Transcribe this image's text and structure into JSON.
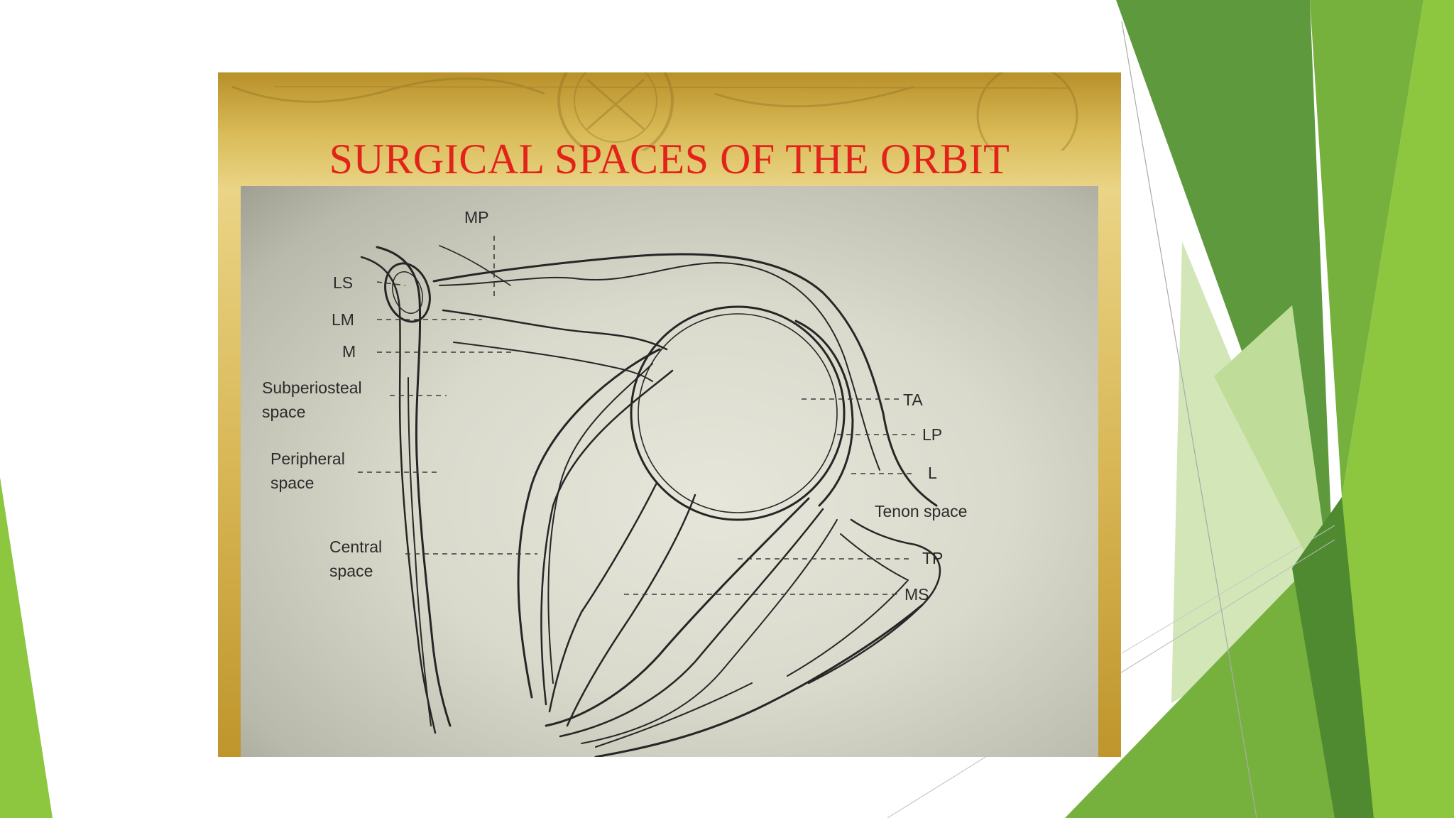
{
  "slide": {
    "title": "SURGICAL SPACES OF THE ORBIT",
    "colors": {
      "title": "#e2231a",
      "accent_green_dark": "#5e9a3d",
      "accent_green_mid": "#76b13e",
      "accent_green_light": "#8dc63f",
      "accent_green_pale": "#d3e6b8",
      "frame_gold": "#d6b656"
    }
  },
  "diagram": {
    "labels": {
      "mp": "MP",
      "ls": "LS",
      "lm": "LM",
      "m": "M",
      "subperiosteal_1": "Subperiosteal",
      "subperiosteal_2": "space",
      "peripheral_1": "Peripheral",
      "peripheral_2": "space",
      "central_1": "Central",
      "central_2": "space",
      "ta": "TA",
      "lp": "LP",
      "l": "L",
      "tenon": "Tenon space",
      "tp": "TP",
      "ms": "MS"
    }
  }
}
